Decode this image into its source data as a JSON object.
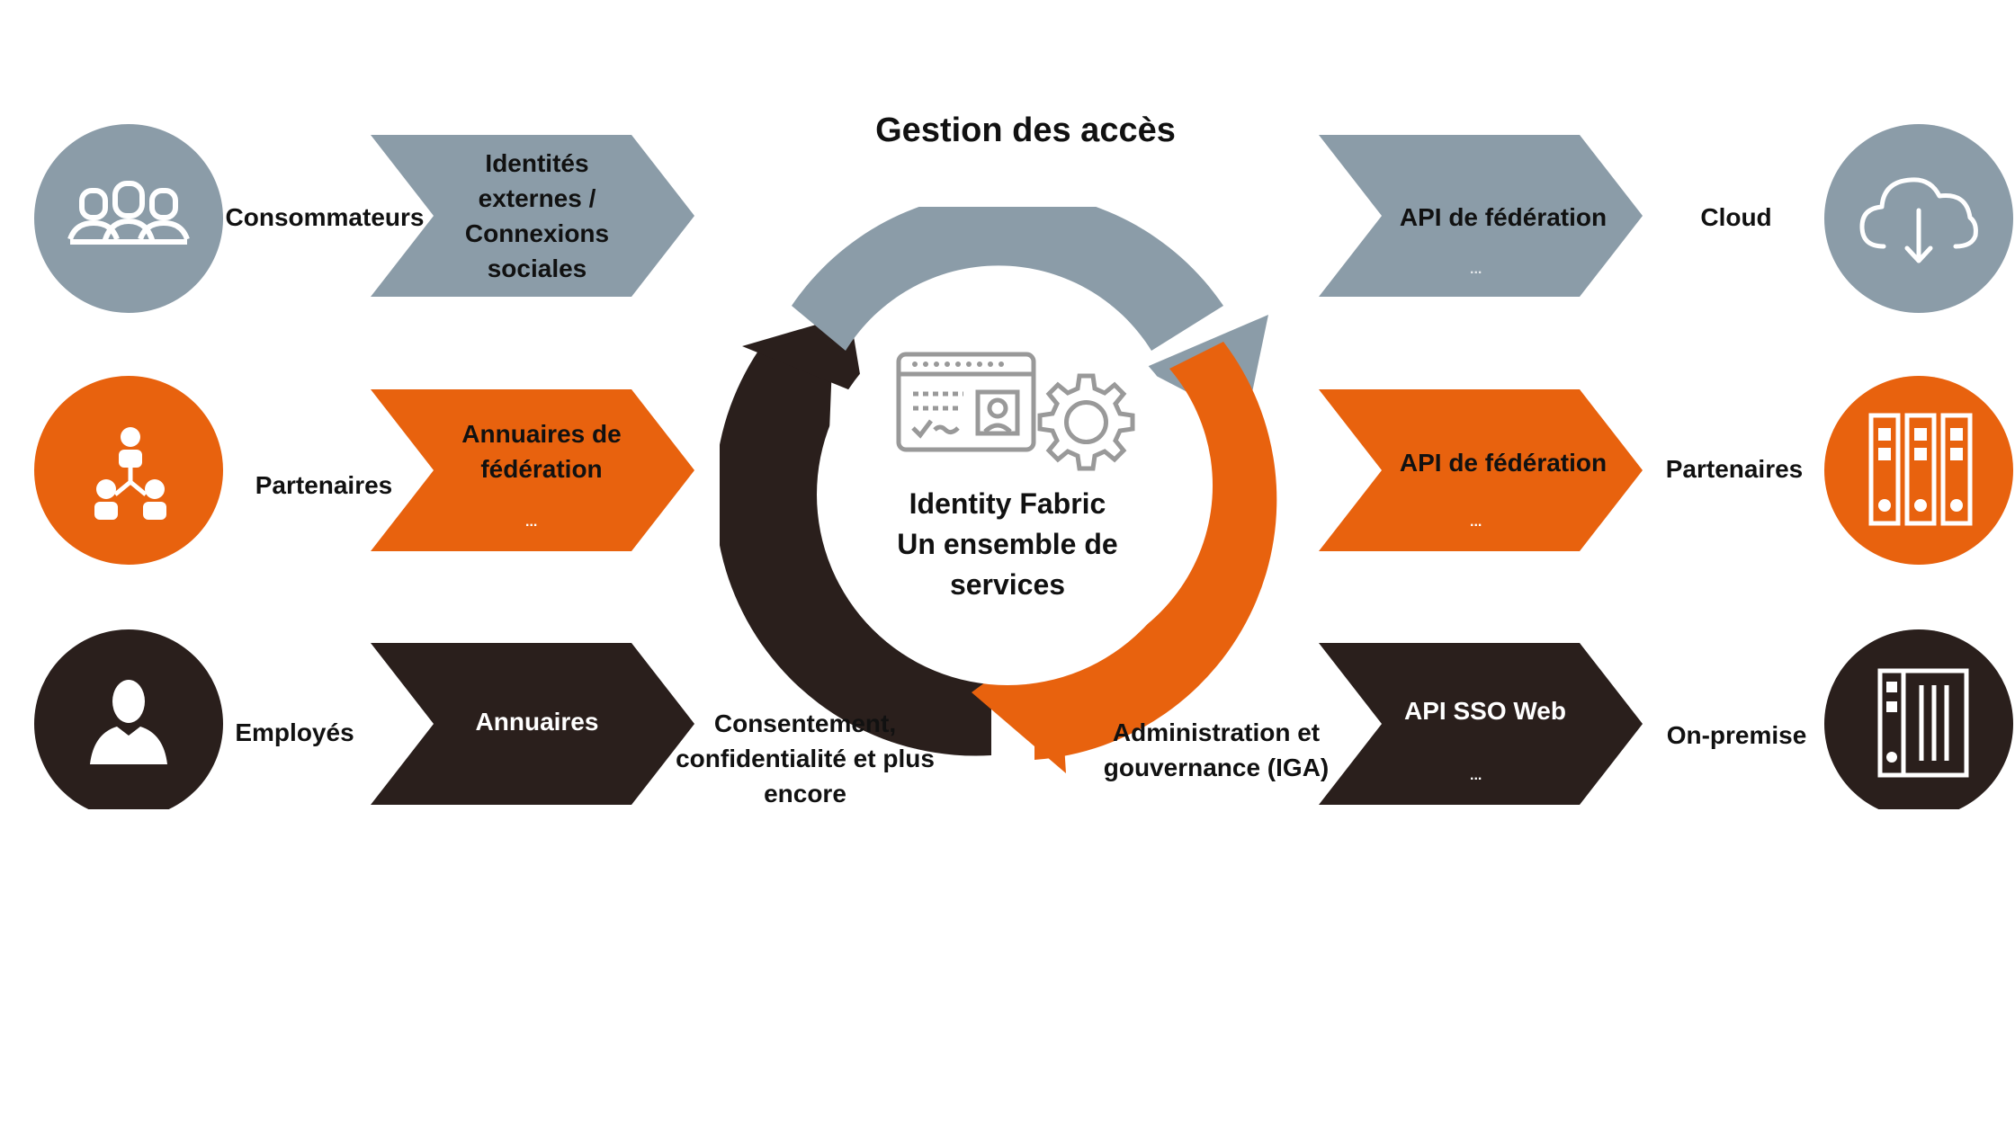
{
  "title": "Gestion des accès",
  "center": {
    "line1": "Identity Fabric",
    "line2": "Un ensemble de",
    "line3": "services"
  },
  "cycle_labels": {
    "left": [
      "Consentement,",
      "confidentialité et plus",
      "encore"
    ],
    "right": [
      "Administration et",
      "gouvernance (IGA)"
    ]
  },
  "left_rows": [
    {
      "user": "Consommateurs",
      "source": [
        "Identités",
        "externes /",
        "Connexions",
        "sociales"
      ],
      "icon": "consumers-icon",
      "color": "#8b9ca8"
    },
    {
      "user": "Partenaires",
      "source": [
        "Annuaires de",
        "fédération"
      ],
      "dots": "...",
      "icon": "partners-network-icon",
      "color": "#e8620e"
    },
    {
      "user": "Employés",
      "source": [
        "Annuaires"
      ],
      "icon": "employee-icon",
      "color": "#2a1f1c"
    }
  ],
  "right_rows": [
    {
      "api": "API de fédération",
      "dots": "...",
      "target": "Cloud",
      "icon": "cloud-download-icon",
      "color": "#8b9ca8"
    },
    {
      "api": "API de fédération",
      "dots": "...",
      "target": "Partenaires",
      "icon": "binders-icon",
      "color": "#e8620e"
    },
    {
      "api": "API SSO Web",
      "dots": "...",
      "target": "On-premise",
      "icon": "server-icon",
      "color": "#2a1f1c"
    }
  ],
  "colors": {
    "gray": "#8b9ca8",
    "orange": "#e8620e",
    "dark": "#2a1f1c"
  }
}
